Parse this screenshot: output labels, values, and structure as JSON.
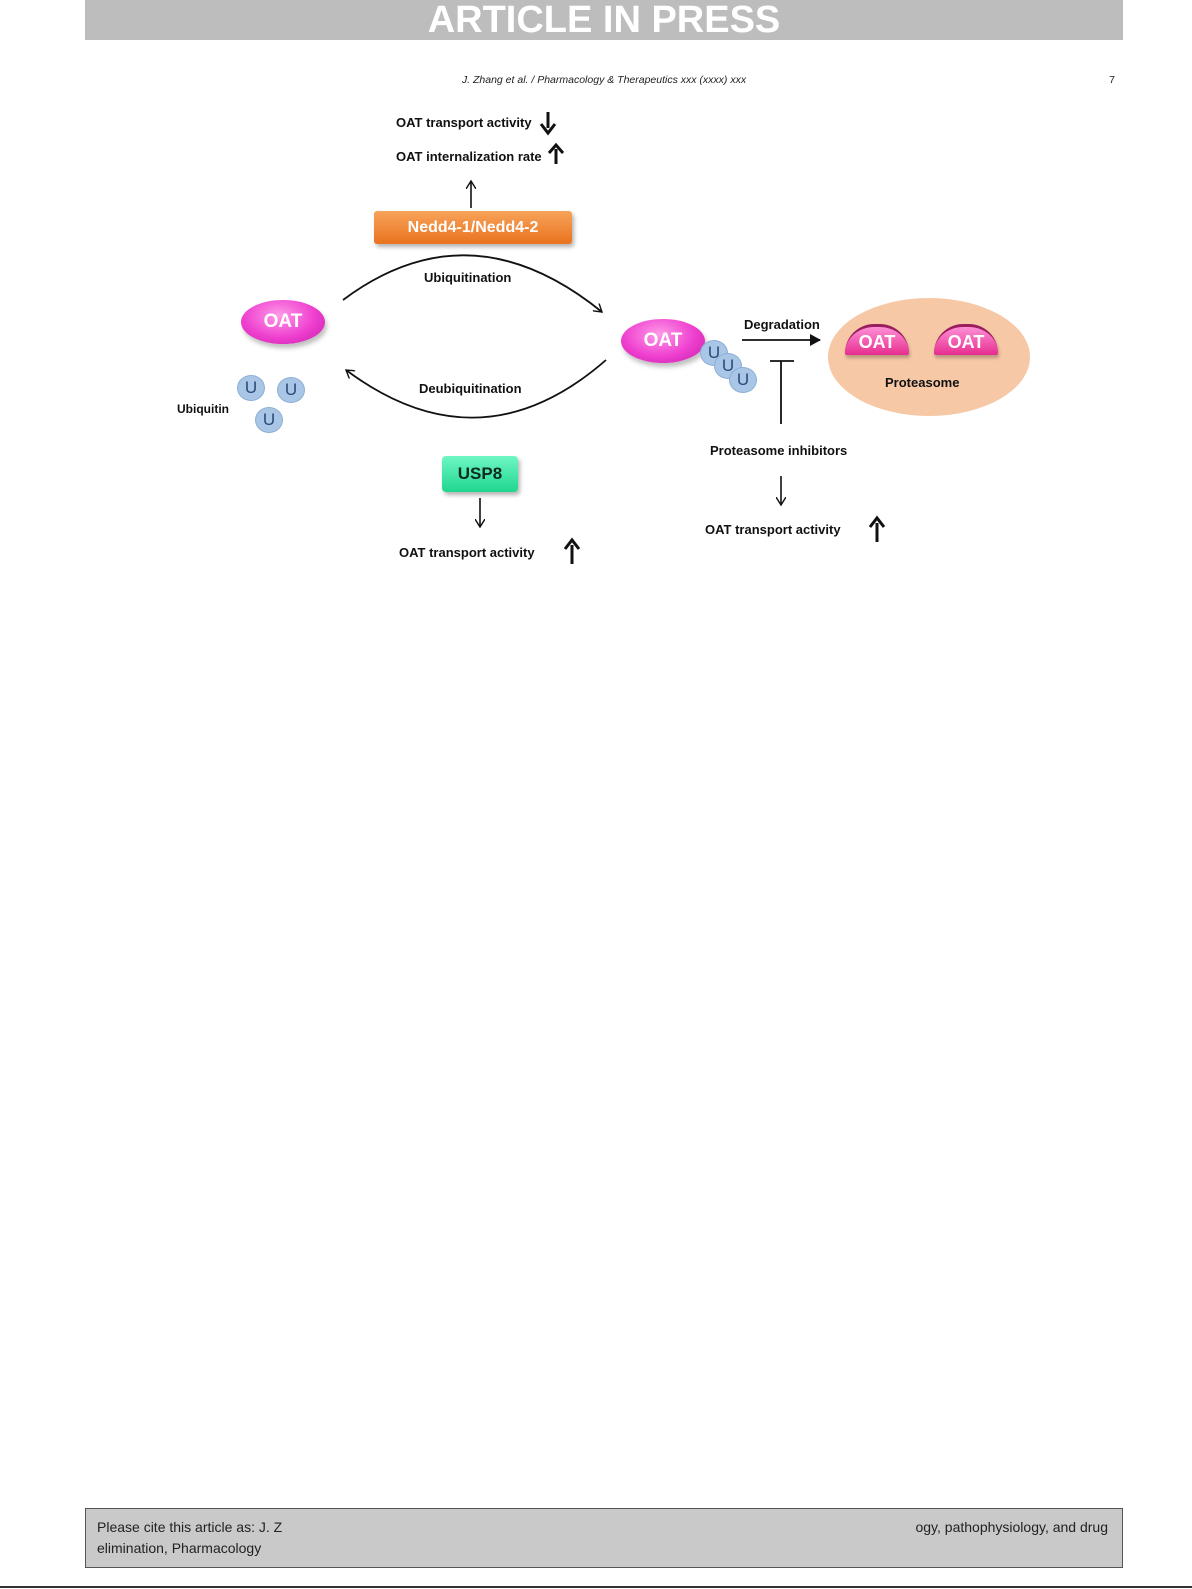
{
  "banner": {
    "text": "ARTICLE IN PRESS"
  },
  "running_head": {
    "journal": "J. Zhang et al. / Pharmacology & Therapeutics xxx (xxxx) xxx",
    "page": "7"
  },
  "figure": {
    "top_effects": {
      "line1": "OAT transport activity",
      "line2": "OAT internalization rate"
    },
    "nedd_label": "Nedd4-1/Nedd4-2",
    "ubiquitination_label": "Ubiquitination",
    "deubiquitination_label": "Deubiquitination",
    "oat_label": "OAT",
    "ubiquitin_letter": "U",
    "ubiquitin_label": "Ubiquitin",
    "degradation_label": "Degradation",
    "proteasome_label": "Proteasome",
    "proteasome_inhibitors_label": "Proteasome inhibitors",
    "usp8_label": "USP8",
    "bottom_left_effect": "OAT transport activity",
    "bottom_right_effect": "OAT transport activity",
    "colors": {
      "oat": "#ee3fcf",
      "ubiquitin": "#a9c6e7",
      "nedd": "#e9731f",
      "usp8": "#1fd68f",
      "proteasome": "#f6c8a6"
    }
  },
  "citation": {
    "line1_left": "Please cite this article as: J. Z",
    "line1_right": "ogy, pathophysiology, and drug",
    "line2": "elimination, Pharmacology"
  }
}
